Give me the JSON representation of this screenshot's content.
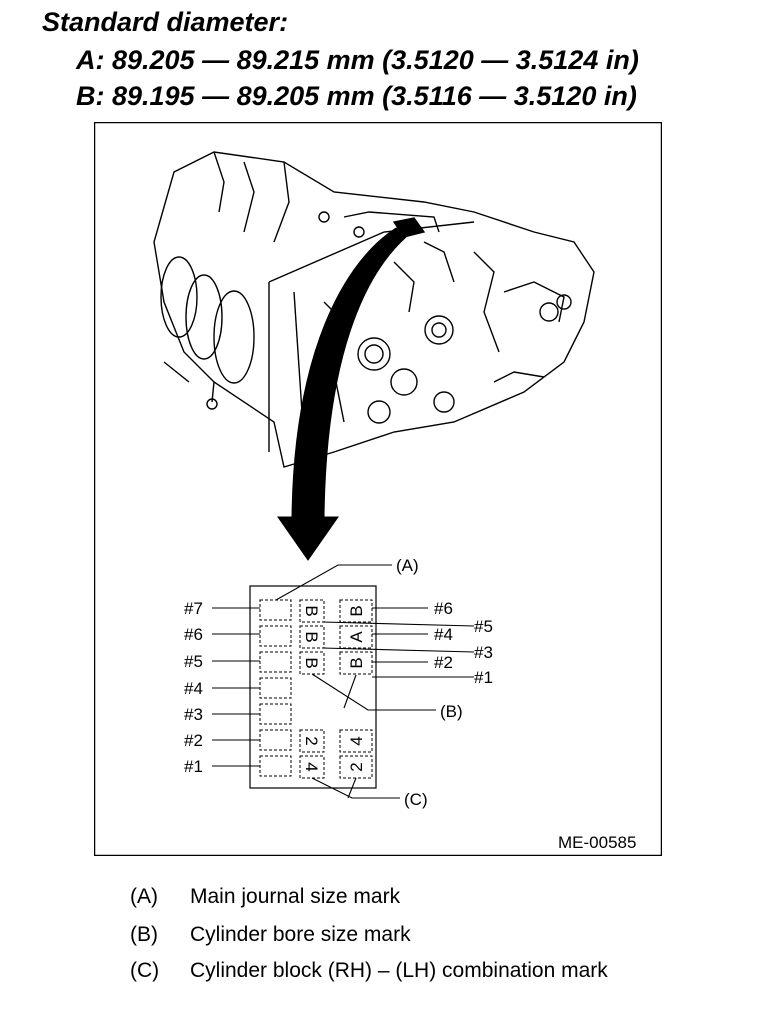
{
  "header": {
    "title": "Standard diameter:",
    "line_a": "A: 89.205 — 89.215 mm (3.5120 — 3.5124 in)",
    "line_b": "B: 89.195 — 89.205 mm (3.5116 — 3.5120 in)"
  },
  "figure": {
    "code": "ME-00585",
    "callouts": {
      "a": "(A)",
      "b": "(B)",
      "c": "(C)"
    },
    "left_labels": [
      "#7",
      "#6",
      "#5",
      "#4",
      "#3",
      "#2",
      "#1"
    ],
    "right_labels": [
      "#6",
      "#5",
      "#4",
      "#3",
      "#2",
      "#1"
    ],
    "bore_marks_rh": [
      "B",
      "B",
      "B"
    ],
    "bore_marks_lh": [
      "B",
      "A",
      "B"
    ],
    "combo_marks_rh": [
      "2",
      "4"
    ],
    "combo_marks_lh": [
      "4",
      "2"
    ]
  },
  "legend": [
    {
      "key": "(A)",
      "text": "Main journal size mark"
    },
    {
      "key": "(B)",
      "text": "Cylinder bore size mark"
    },
    {
      "key": "(C)",
      "text": "Cylinder block (RH) – (LH) combination mark"
    }
  ]
}
